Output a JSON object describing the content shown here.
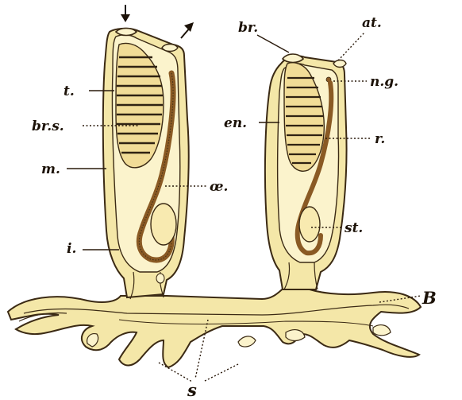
{
  "colors": {
    "body_fill": "#f4e7a8",
    "inner_fill": "#fbf3cc",
    "outline": "#3b2a14",
    "sac_fill": "#f1dc97",
    "stripe": "#2f2212",
    "gut": "#8a5a24",
    "stomach": "#f8eab0"
  },
  "labels": {
    "t": "t.",
    "br_s": "br.s.",
    "m": "m.",
    "i": "i.",
    "oe": "œ.",
    "br": "br.",
    "at": "at.",
    "en": "en.",
    "ng": "n.g.",
    "r": "r.",
    "st": "st.",
    "B": "B",
    "s": "s"
  },
  "arrows": {
    "inflow": "down-arrow",
    "outflow": "up-right-arrow"
  }
}
